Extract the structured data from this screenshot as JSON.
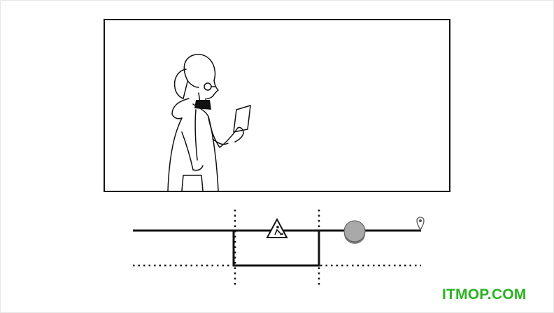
{
  "watermark": {
    "text": "ITMOP.COM",
    "color": "#29b31f"
  },
  "colors": {
    "ink": "#111111",
    "ball_fill": "#a9a9a9",
    "ball_shadow": "#7c7c7c",
    "pin": "#555555"
  },
  "icons": {
    "scene_character": "woman-reading-note",
    "hazard_sign": "construction-warning-sign",
    "rolling_ball": "ball",
    "goal_marker": "location-pin"
  }
}
